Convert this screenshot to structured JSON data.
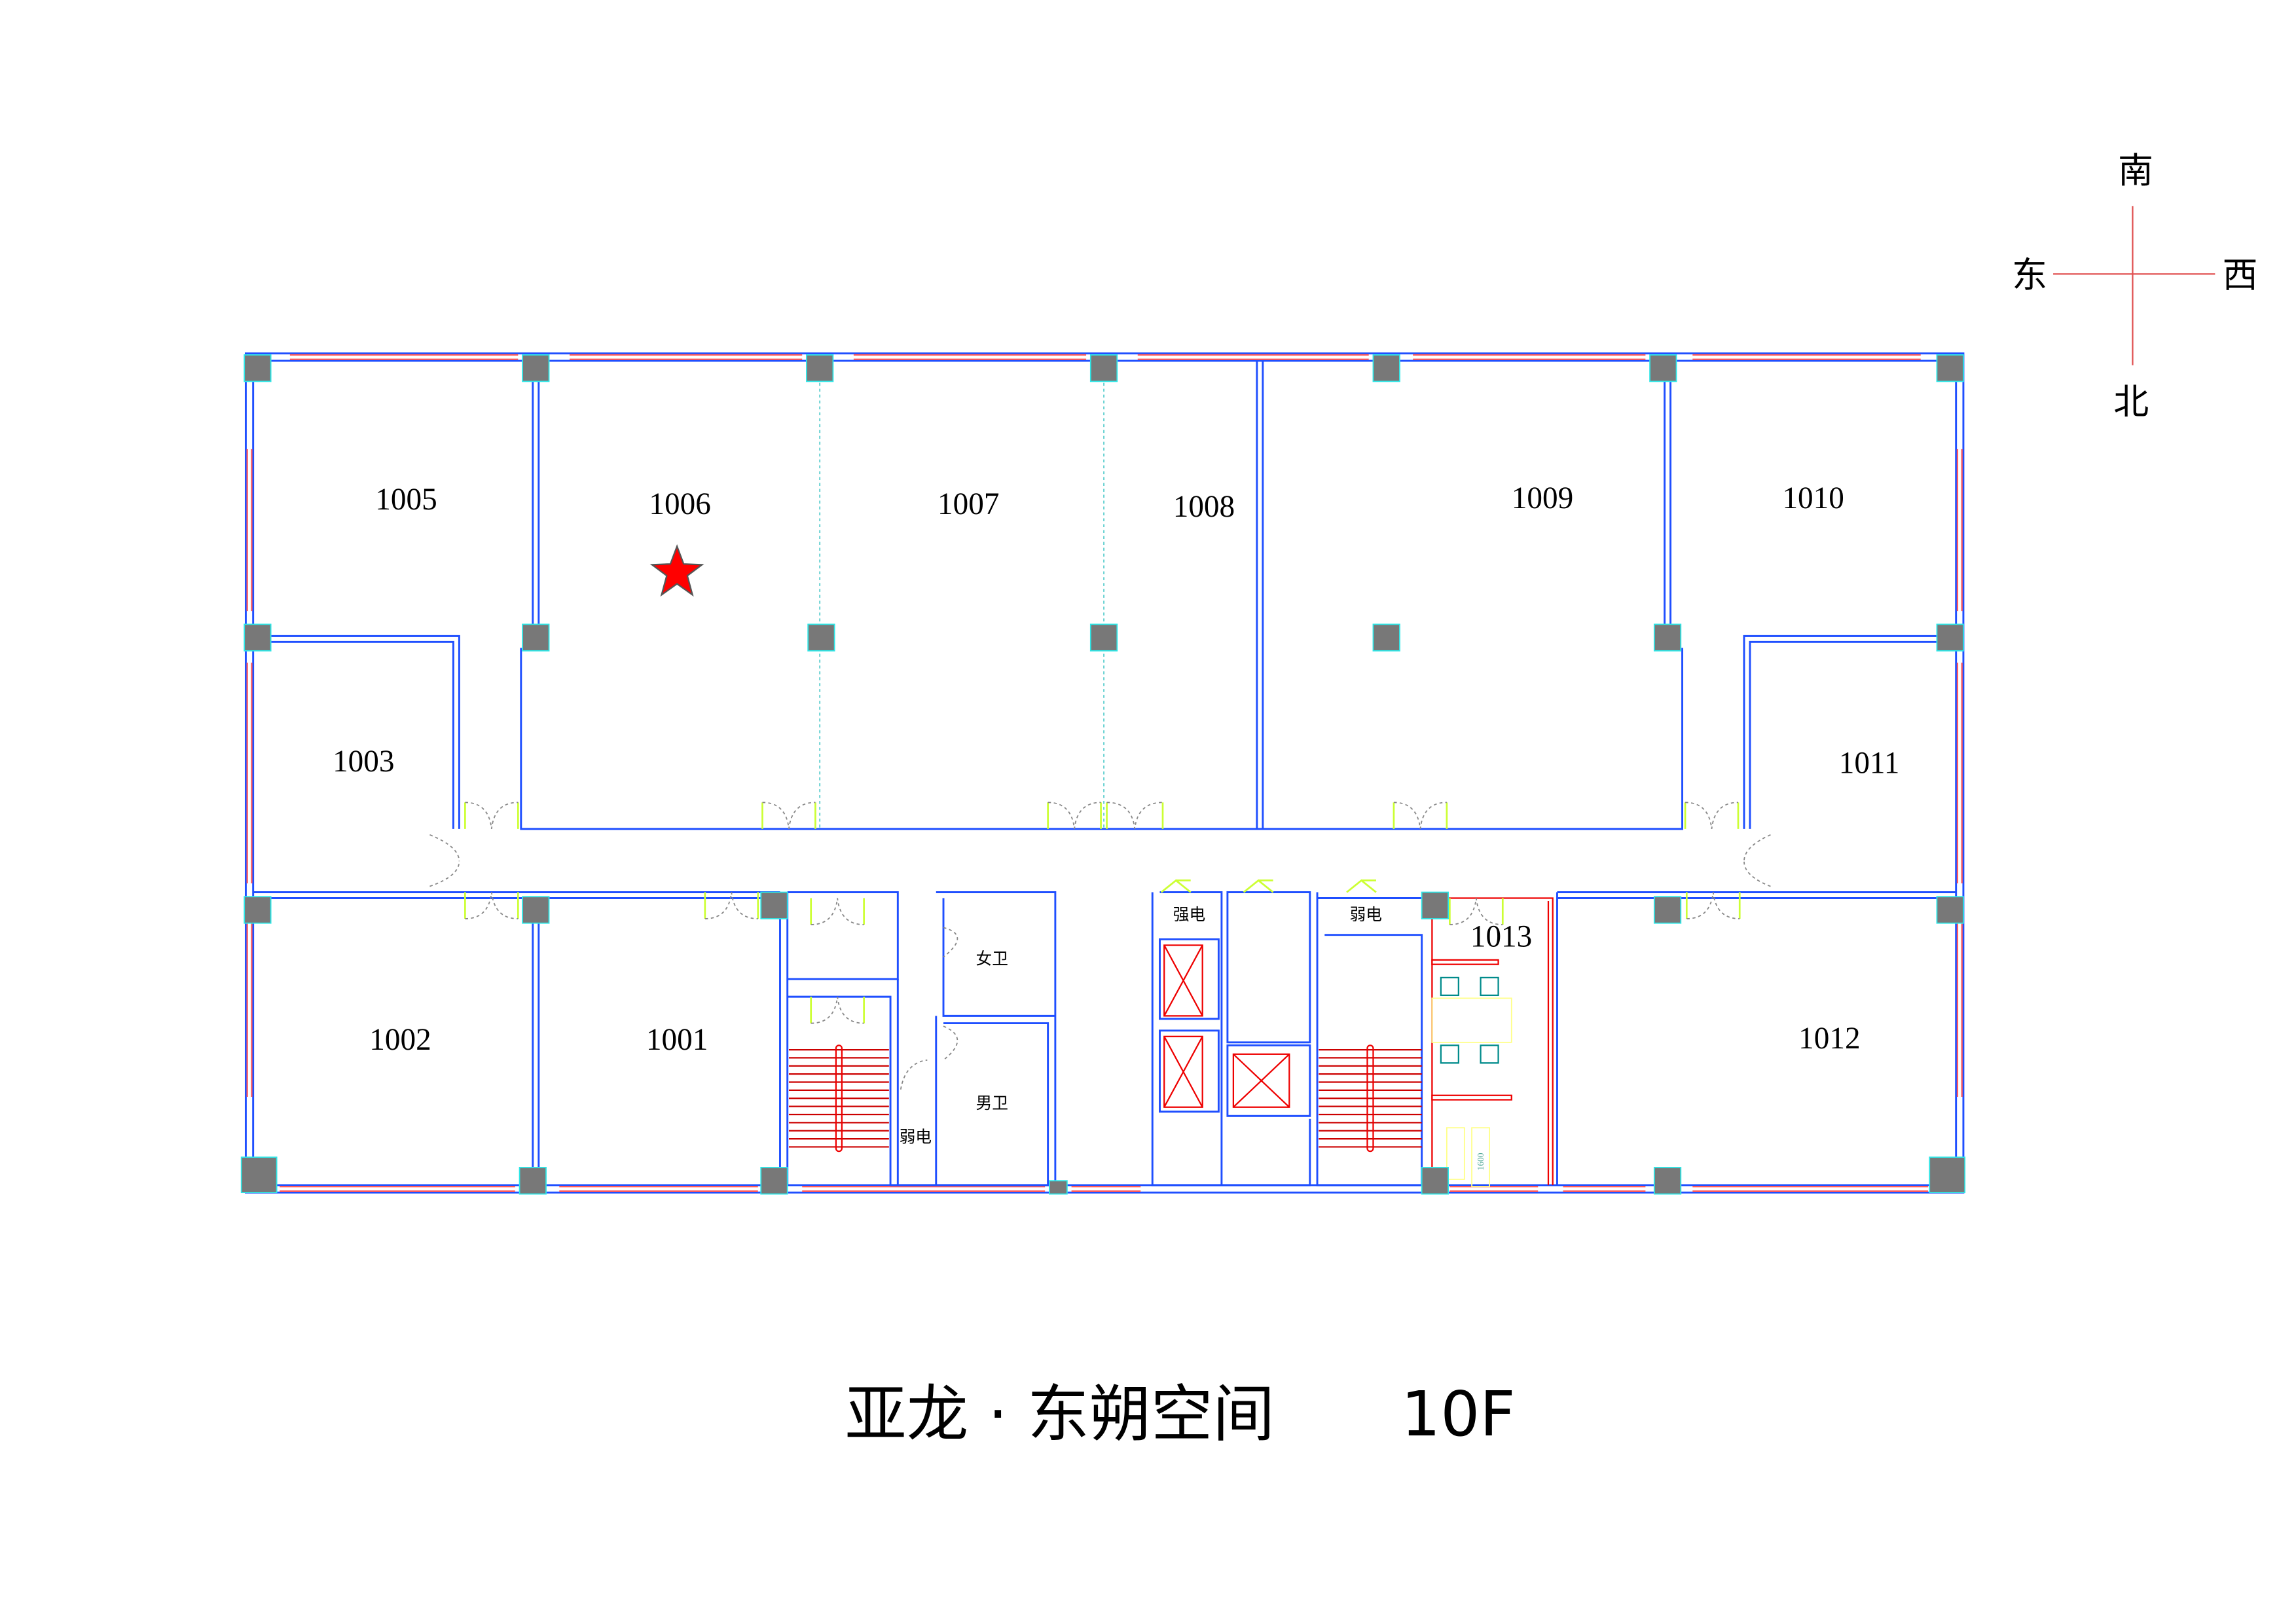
{
  "title": {
    "name": "亚龙 · 东朔空间",
    "floor": "10F"
  },
  "compass": {
    "south": "南",
    "east": "东",
    "west": "西",
    "north": "北"
  },
  "rooms": {
    "r1001": "1001",
    "r1002": "1002",
    "r1003": "1003",
    "r1005": "1005",
    "r1006": "1006",
    "r1007": "1007",
    "r1008": "1008",
    "r1009": "1009",
    "r1010": "1010",
    "r1011": "1011",
    "r1012": "1012",
    "r1013": "1013"
  },
  "utility": {
    "womens_wc": "女卫",
    "mens_wc": "男卫",
    "weak_power_1": "弱电",
    "strong_power": "强电",
    "weak_power_2": "弱电"
  },
  "dimension": "1600",
  "marker": {
    "room": "1006",
    "color": "#ff0000",
    "icon": "star-icon"
  }
}
